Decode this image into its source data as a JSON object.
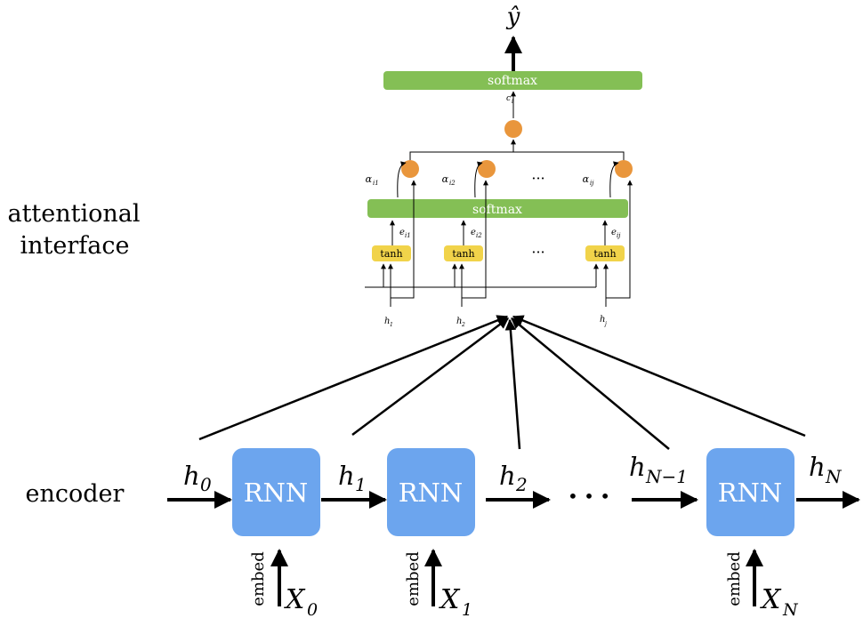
{
  "labels": {
    "output": "ŷ",
    "attention_title_line1": "attentional",
    "attention_title_line2": "interface",
    "encoder": "encoder"
  },
  "attention": {
    "top_softmax": "softmax",
    "mid_softmax": "softmax",
    "context": "c",
    "context_sub": "i",
    "weights": [
      {
        "base": "α",
        "sub": "i1"
      },
      {
        "base": "α",
        "sub": "i2"
      },
      {
        "base": "α",
        "sub": "ij"
      }
    ],
    "scores": [
      {
        "base": "e",
        "sub": "i1"
      },
      {
        "base": "e",
        "sub": "i2"
      },
      {
        "base": "e",
        "sub": "ij"
      }
    ],
    "tanh": [
      "tanh",
      "tanh",
      "tanh"
    ],
    "inputs": [
      {
        "base": "h",
        "sub": "1"
      },
      {
        "base": "h",
        "sub": "2"
      },
      {
        "base": "h",
        "sub": "j"
      }
    ],
    "ellipsis": "···"
  },
  "encoder": {
    "cells": [
      "RNN",
      "RNN",
      "RNN"
    ],
    "hidden": [
      {
        "base": "h",
        "sub": "0"
      },
      {
        "base": "h",
        "sub": "1"
      },
      {
        "base": "h",
        "sub": "2"
      },
      {
        "base": "h",
        "sub": "N−1"
      },
      {
        "base": "h",
        "sub": "N"
      }
    ],
    "embed": [
      "embed",
      "embed",
      "embed"
    ],
    "inputs": [
      {
        "base": "X",
        "sub": "0"
      },
      {
        "base": "X",
        "sub": "1"
      },
      {
        "base": "X",
        "sub": "N"
      }
    ],
    "ellipsis": "• • •"
  },
  "colors": {
    "softmax_green": "#84BF55",
    "tanh_yellow": "#F1D34A",
    "node_orange": "#E9963C",
    "rnn_blue": "#6CA5EE"
  }
}
